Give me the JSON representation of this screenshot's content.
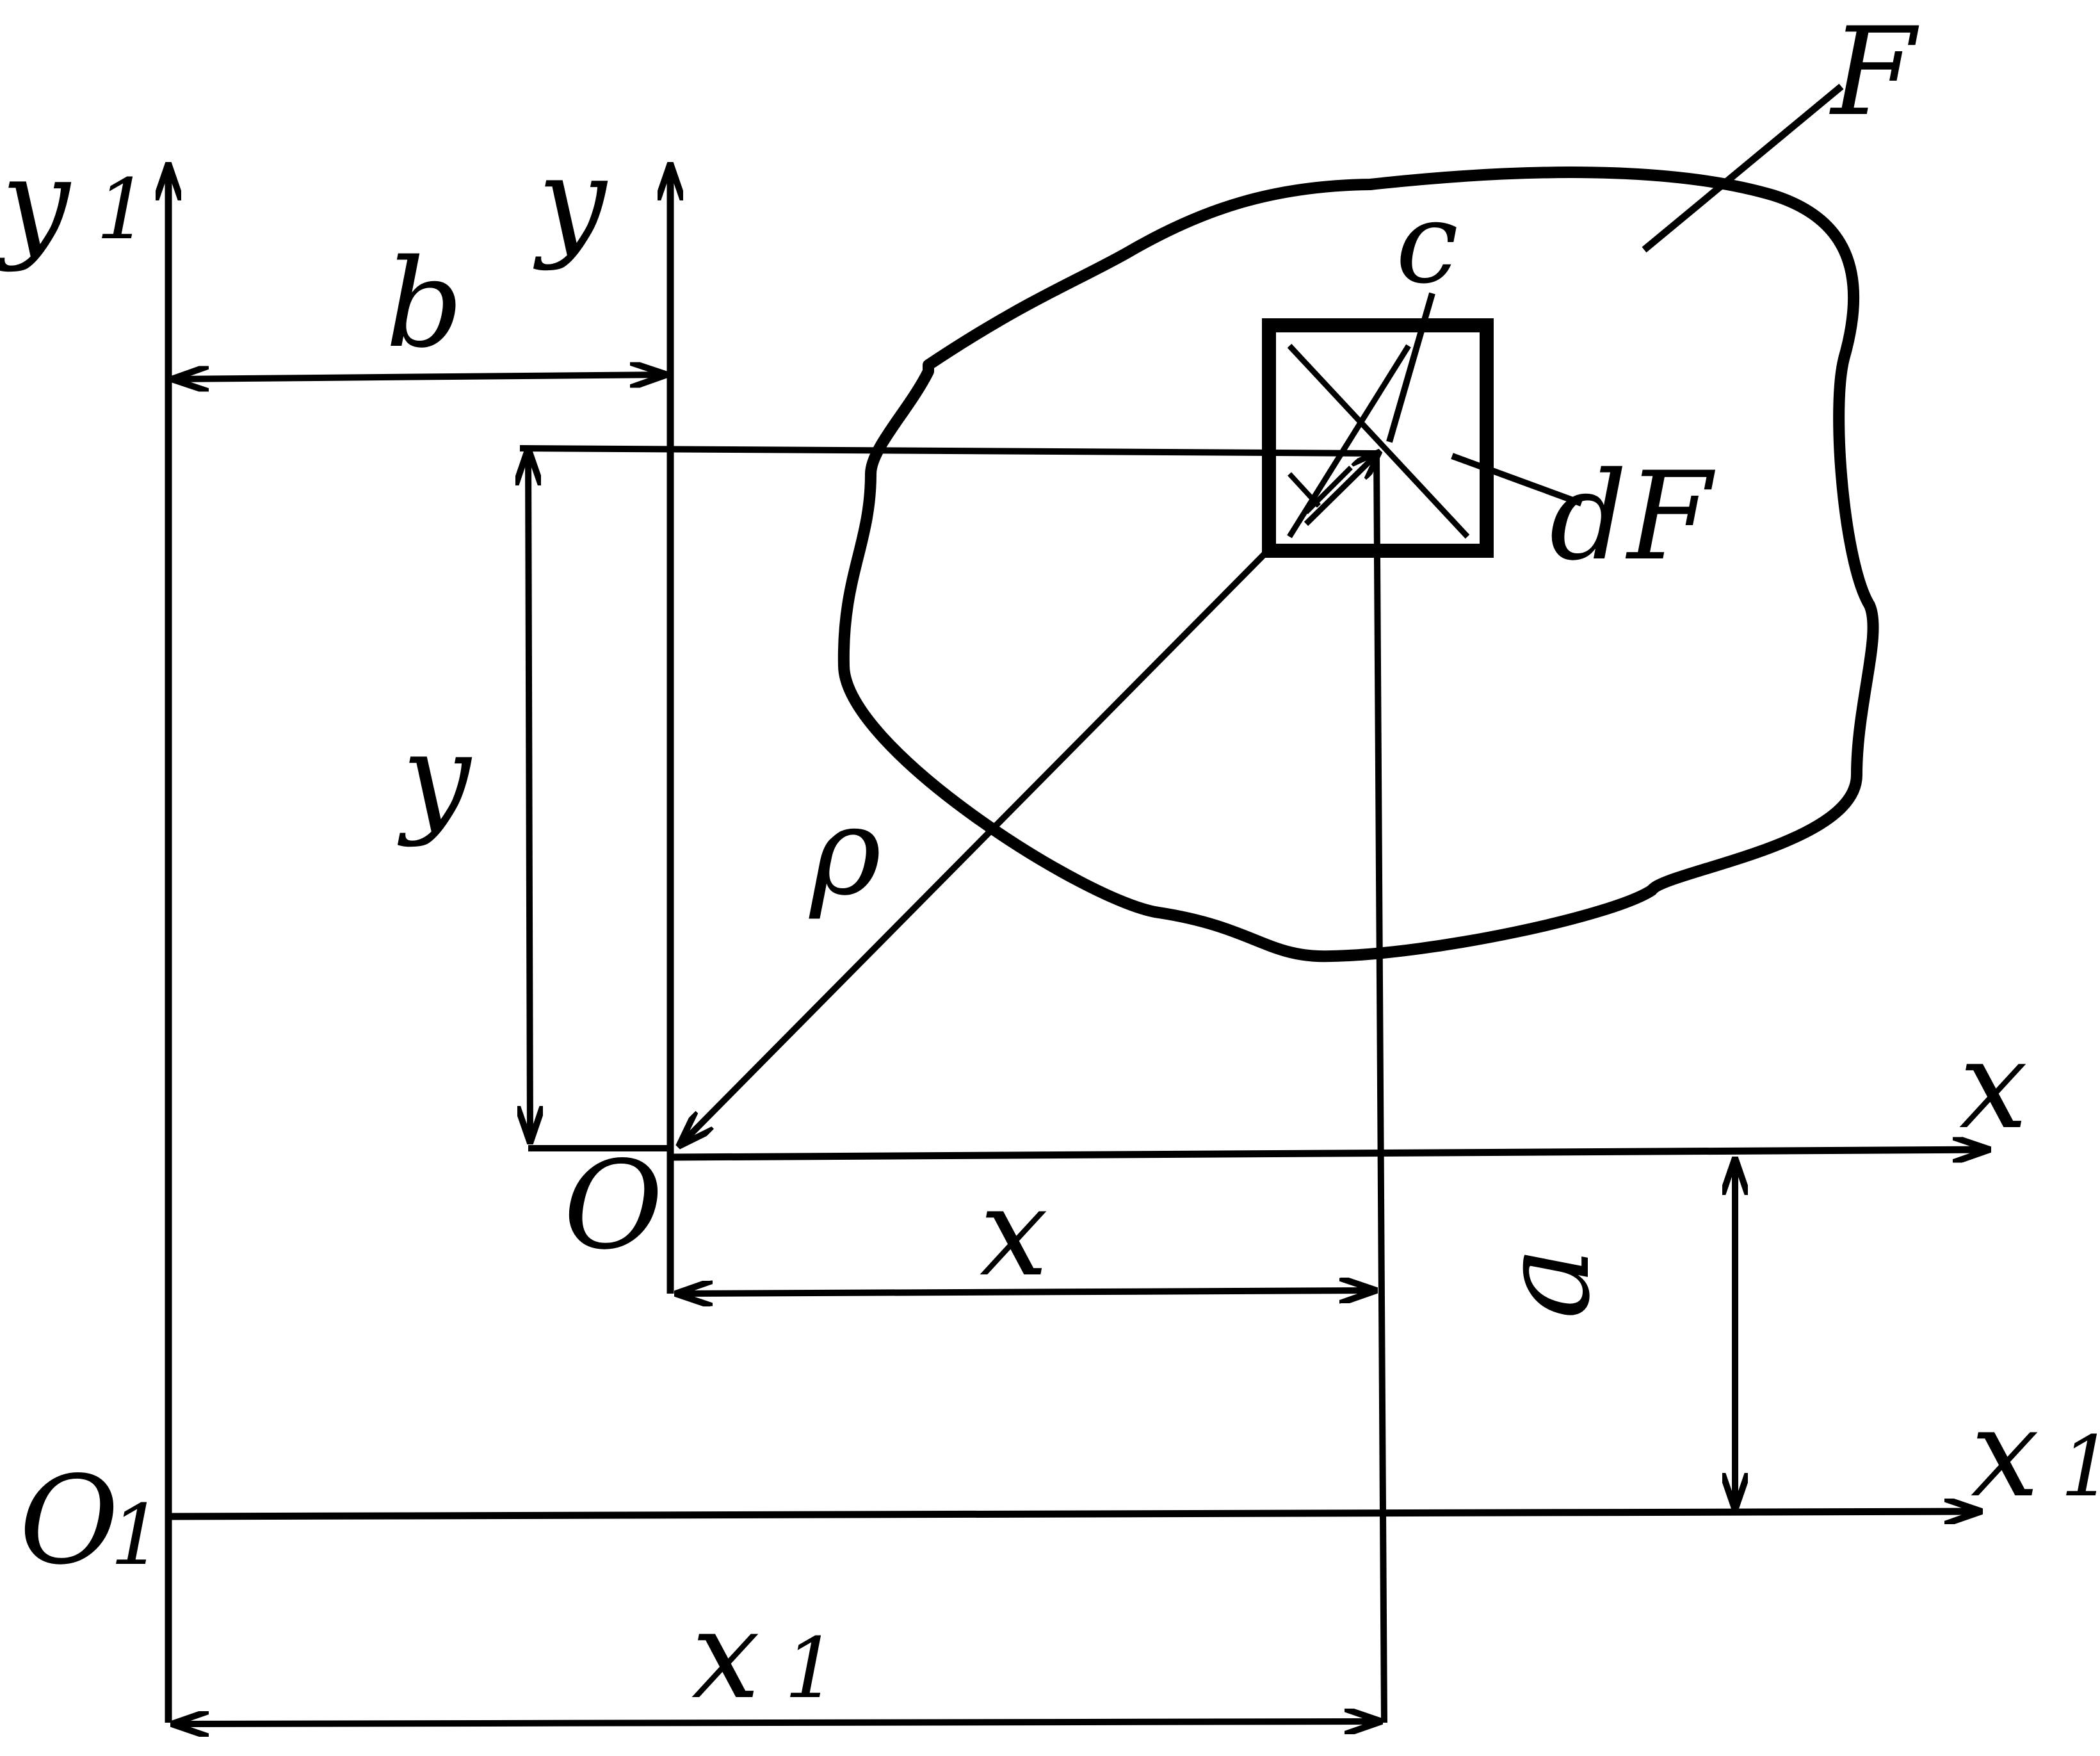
{
  "figure": {
    "labels": {
      "F": "F",
      "c": "c",
      "dF": "dF",
      "y1": "y",
      "y1_sub": "1",
      "y": "y",
      "b": "b",
      "y_dim": "y",
      "rho": "ρ",
      "O": "O",
      "x": "x",
      "x_dim": "x",
      "a": "a",
      "O1": "O",
      "O1_sub": "1",
      "x1": "x",
      "x1_sub": "1",
      "x1_dim": "x",
      "x1_dim_sub": "1"
    },
    "colors": {
      "ink": "#000000",
      "background": "#ffffff"
    }
  }
}
